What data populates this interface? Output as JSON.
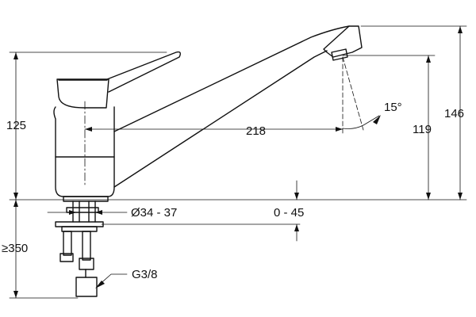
{
  "colors": {
    "stroke": "#111111",
    "background": "#ffffff"
  },
  "dimensions": {
    "base_height": "125",
    "total_height": "146",
    "spout_height": "119",
    "reach": "218",
    "spout_angle": "15°",
    "hole_diameter": "Ø34 - 37",
    "deck_thickness": "0 - 45",
    "hose_length": "≥350",
    "connection_thread": "G3/8"
  }
}
